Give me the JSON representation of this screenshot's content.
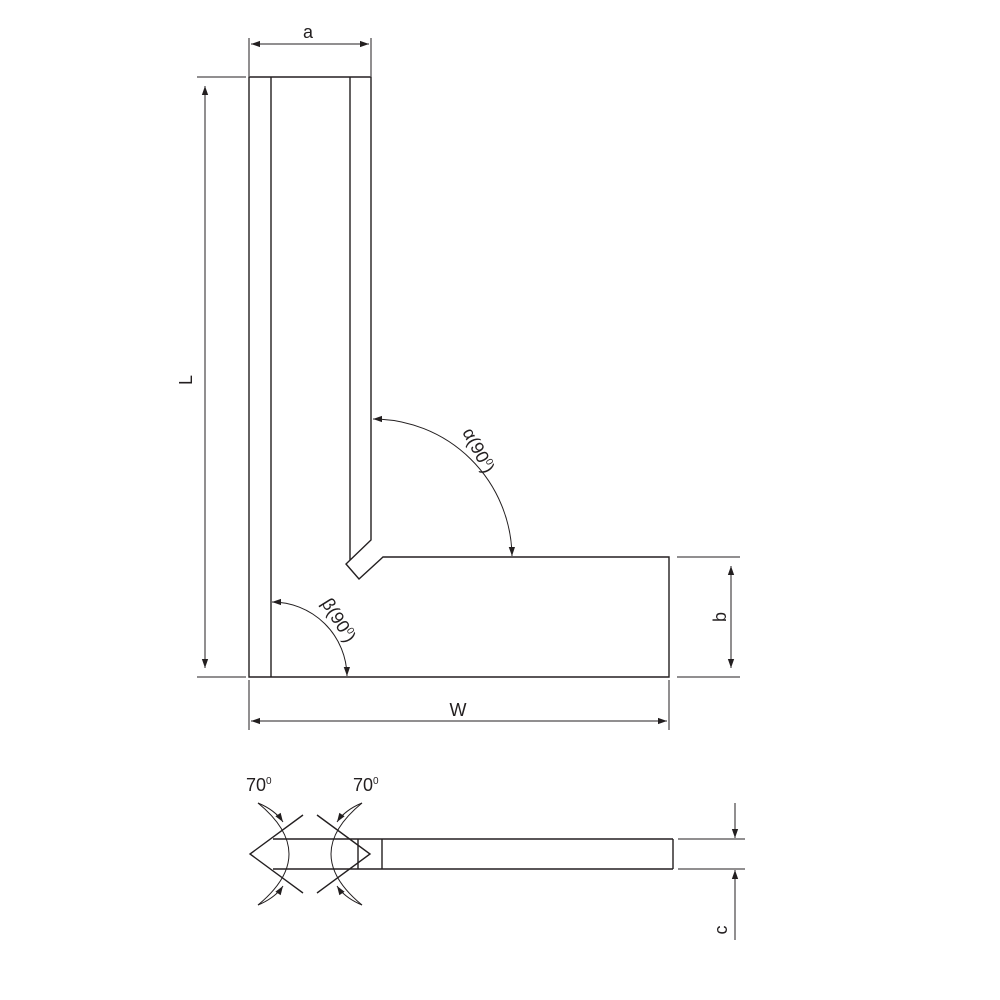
{
  "labels": {
    "a": "a",
    "L": "L",
    "W": "W",
    "b": "b",
    "c": "c",
    "alpha": "α(90",
    "beta": "β(90",
    "angle_close": ")",
    "degree": "0",
    "angle_left": "70",
    "angle_right": "70"
  },
  "colors": {
    "line": "#231f20",
    "background": "#ffffff"
  }
}
